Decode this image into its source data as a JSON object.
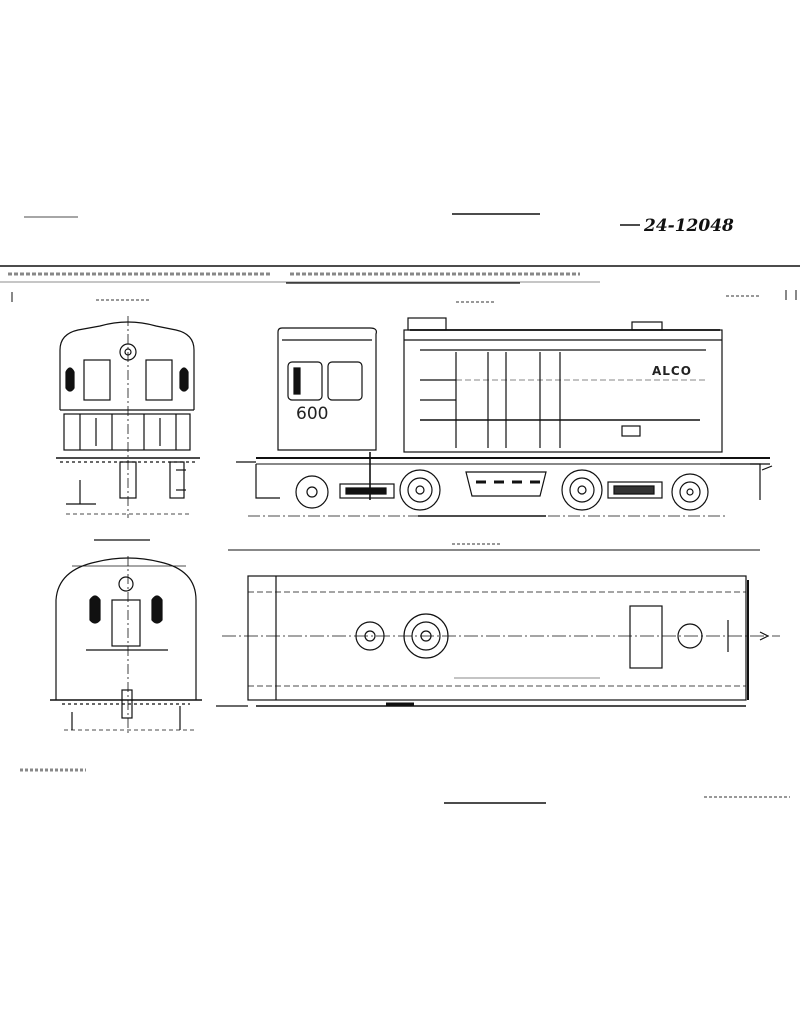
{
  "drawing": {
    "number": "24-12048",
    "roadnumber": "600",
    "builder_mark": "ALCO",
    "colors": {
      "ink": "#111111",
      "paper": "#ffffff"
    }
  },
  "views": [
    {
      "id": "front-end-view"
    },
    {
      "id": "side-elevation"
    },
    {
      "id": "rear-end-view"
    },
    {
      "id": "top-plan-view"
    }
  ]
}
